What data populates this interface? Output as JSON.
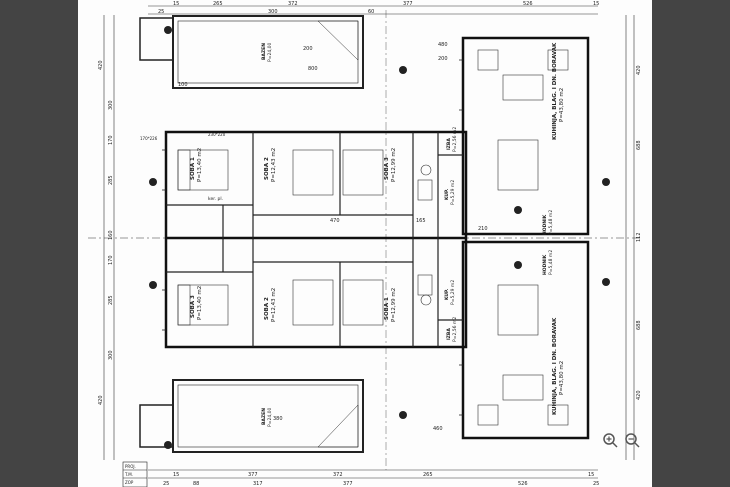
{
  "viewer": {
    "zoom_in_icon": "zoom-in-icon",
    "zoom_out_icon": "zoom-out-icon"
  },
  "dims": {
    "top": [
      "15",
      "265",
      "372",
      "377",
      "526",
      "15"
    ],
    "top_inner": [
      "25",
      "300",
      "60"
    ],
    "bottom": [
      "15",
      "377",
      "372",
      "265",
      "15"
    ],
    "bottom_row2": [
      "25",
      "88",
      "317",
      "377",
      "526",
      "25"
    ],
    "left": [
      "420",
      "300",
      "170",
      "285",
      "160",
      "170",
      "285",
      "300",
      "420"
    ],
    "right": [
      "420",
      "688",
      "112",
      "688",
      "420"
    ],
    "misc": [
      "480",
      "200",
      "100",
      "200",
      "800",
      "380",
      "470",
      "165",
      "210",
      "460"
    ]
  },
  "labels": {
    "kitchen_top": "KUHINJA, BLAG. I DN. BORAVAK",
    "kitchen_top_area": "P=43,80 m2",
    "kitchen_bottom": "KUHINJA, BLAG. I DN. BORAVAK",
    "kitchen_bottom_area": "P=43,80 m2",
    "soba1_top": "SOBA 1",
    "soba1_top_area": "P=13,40 m2",
    "soba2_top": "SOBA 2",
    "soba2_top_area": "P=12,43 m2",
    "soba3_top": "SOBA 3",
    "soba3_top_area": "P=12,99 m2",
    "soba1_bottom": "SOBA 1",
    "soba1_bottom_area": "P=12,99 m2",
    "soba2_bottom": "SOBA 2",
    "soba2_bottom_area": "P=12,43 m2",
    "soba3_bottom": "SOBA 3",
    "soba3_bottom_area": "P=13,40 m2",
    "kup_top": "KUP.",
    "kup_top_area": "P=5,29 m2",
    "kup_bottom": "KUP.",
    "kup_bottom_area": "P=5,29 m2",
    "izba_top": "IZBA",
    "izba_top_area": "P=2,56 m2",
    "izba_bottom": "IZBA",
    "izba_bottom_area": "P=2,56 m2",
    "hodnik_top": "HODNIK",
    "hodnik_top_area": "P=5,48 m2",
    "hodnik_bottom": "HODNIK",
    "hodnik_bottom_area": "P=5,48 m2",
    "pool_top": "BAZEN",
    "pool_top_area": "P=24,00",
    "pool_bottom": "BAZEN",
    "pool_bottom_area": "P=24,00",
    "floor": "ker. pl.",
    "window_code": "230*220",
    "window_code2": "170*226",
    "title_block": [
      "ZOP",
      "T.M.",
      "PROJ."
    ]
  }
}
